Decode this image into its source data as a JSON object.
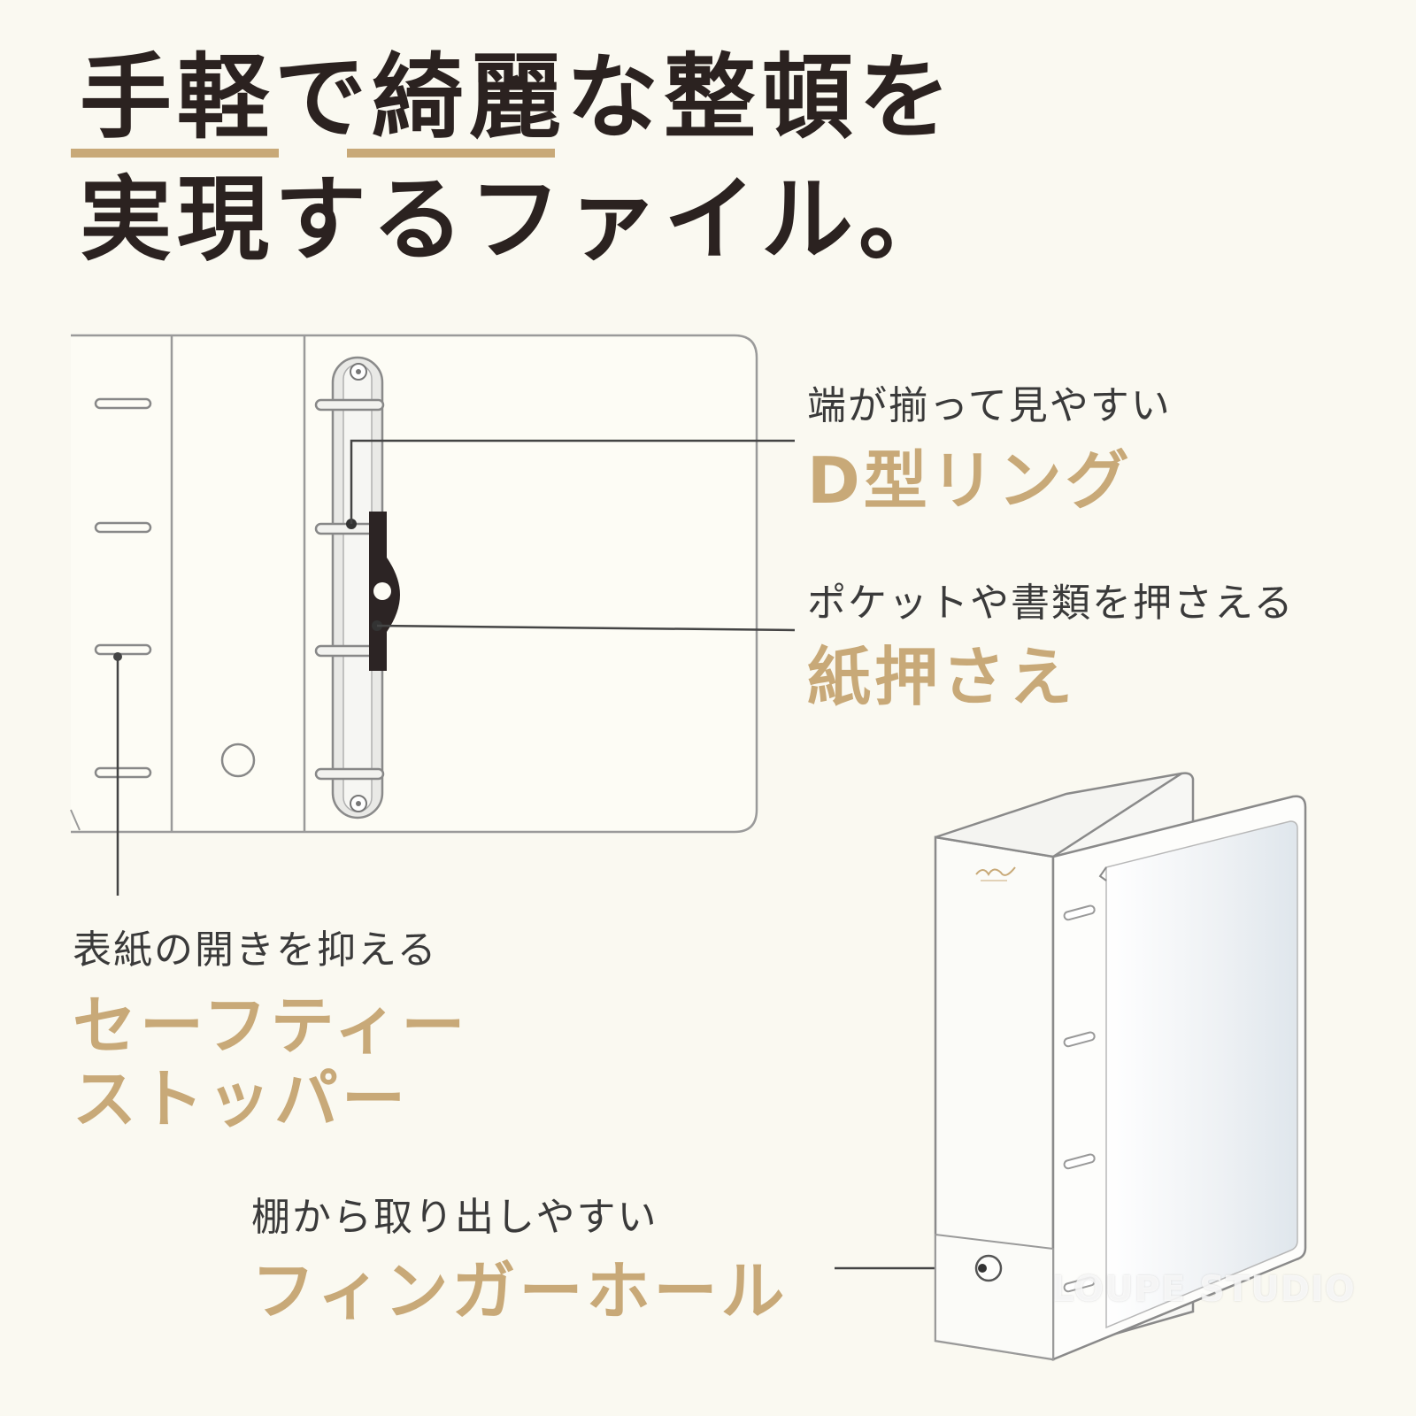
{
  "headline": {
    "line1": "手軽で綺麗な整頓を",
    "line2": "実現するファイル。"
  },
  "features": [
    {
      "subtitle": "端が揃って見やすい",
      "title": "D型リング"
    },
    {
      "subtitle": "ポケットや書類を押さえる",
      "title": "紙押さえ"
    },
    {
      "subtitle": "表紙の開きを抑える",
      "title_line1": "セーフティー",
      "title_line2": "ストッパー"
    },
    {
      "subtitle": "棚から取り出しやすい",
      "title": "フィンガーホール"
    }
  ],
  "watermark": "LOUPE STUDIO",
  "colors": {
    "accent": "#c8a978",
    "text": "#2b2220",
    "background": "#faf9f1"
  }
}
